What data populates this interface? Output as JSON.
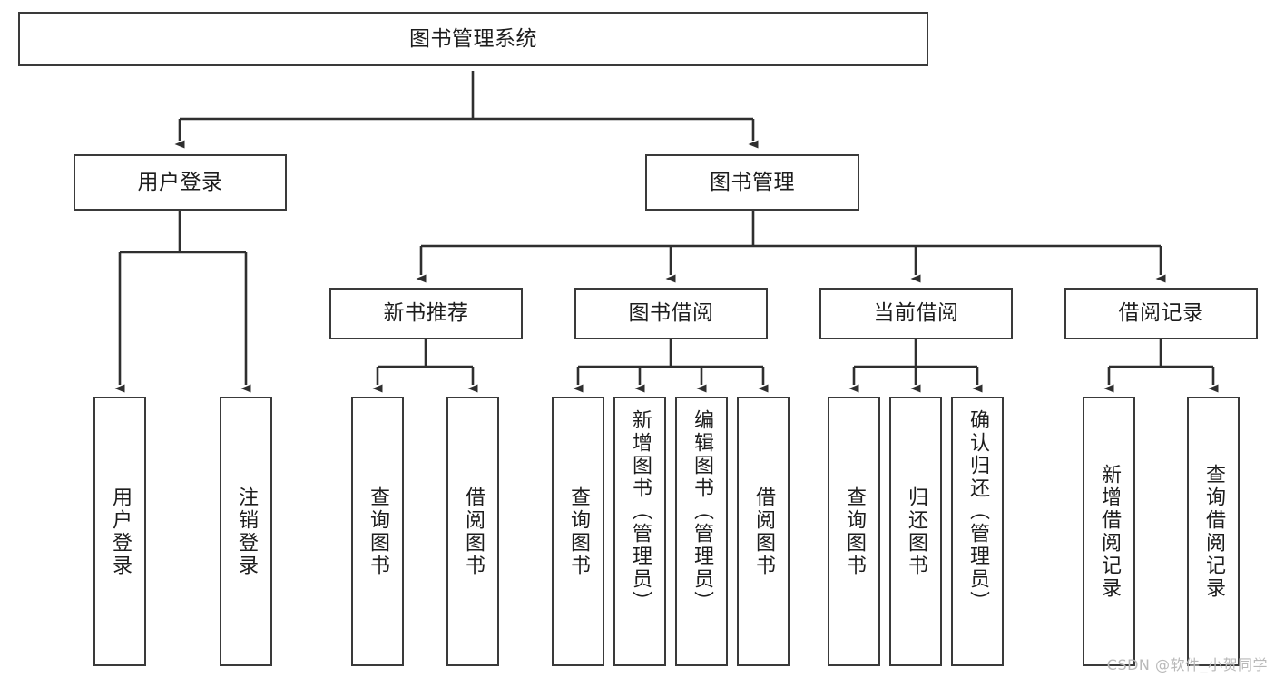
{
  "diagram": {
    "title": "图书管理系统",
    "type": "tree",
    "watermark": "CSDN @软件_小贺同学",
    "colors": {
      "box_border": "#3a3a3a",
      "box_fill": "#ffffff",
      "edge": "#2f2f2f",
      "text": "#1d1d1d",
      "watermark": "#b9b9b9",
      "background": "#ffffff"
    },
    "nodes": {
      "root": {
        "label": "图书管理系统",
        "level": 1,
        "orientation": "horizontal"
      },
      "user_login": {
        "label": "用户登录",
        "level": 2,
        "orientation": "horizontal"
      },
      "book_manage": {
        "label": "图书管理",
        "level": 2,
        "orientation": "horizontal"
      },
      "new_book_rec": {
        "label": "新书推荐",
        "level": 3,
        "orientation": "horizontal"
      },
      "book_borrow": {
        "label": "图书借阅",
        "level": 3,
        "orientation": "horizontal"
      },
      "current_borrow": {
        "label": "当前借阅",
        "level": 3,
        "orientation": "horizontal"
      },
      "borrow_record": {
        "label": "借阅记录",
        "level": 3,
        "orientation": "horizontal"
      },
      "leaf_user_login": {
        "label": "用户登录",
        "level": 3,
        "orientation": "vertical"
      },
      "leaf_logout": {
        "label": "注销登录",
        "level": 3,
        "orientation": "vertical"
      },
      "leaf_query_book_1": {
        "label": "查询图书",
        "level": 4,
        "orientation": "vertical"
      },
      "leaf_borrow_book_1": {
        "label": "借阅图书",
        "level": 4,
        "orientation": "vertical"
      },
      "leaf_query_book_2": {
        "label": "查询图书",
        "level": 4,
        "orientation": "vertical"
      },
      "leaf_add_book": {
        "label": "新增图书（管理员）",
        "level": 4,
        "orientation": "vertical"
      },
      "leaf_edit_book": {
        "label": "编辑图书（管理员）",
        "level": 4,
        "orientation": "vertical"
      },
      "leaf_borrow_book_2": {
        "label": "借阅图书",
        "level": 4,
        "orientation": "vertical"
      },
      "leaf_query_book_3": {
        "label": "查询图书",
        "level": 4,
        "orientation": "vertical"
      },
      "leaf_return_book": {
        "label": "归还图书",
        "level": 4,
        "orientation": "vertical"
      },
      "leaf_confirm_return": {
        "label": "确认归还（管理员）",
        "level": 4,
        "orientation": "vertical"
      },
      "leaf_add_record": {
        "label": "新增借阅记录",
        "level": 4,
        "orientation": "vertical"
      },
      "leaf_query_record": {
        "label": "查询借阅记录",
        "level": 4,
        "orientation": "vertical"
      }
    },
    "edges": [
      {
        "from": "root",
        "to": "user_login"
      },
      {
        "from": "root",
        "to": "book_manage"
      },
      {
        "from": "user_login",
        "to": "leaf_user_login"
      },
      {
        "from": "user_login",
        "to": "leaf_logout"
      },
      {
        "from": "book_manage",
        "to": "new_book_rec"
      },
      {
        "from": "book_manage",
        "to": "book_borrow"
      },
      {
        "from": "book_manage",
        "to": "current_borrow"
      },
      {
        "from": "book_manage",
        "to": "borrow_record"
      },
      {
        "from": "new_book_rec",
        "to": "leaf_query_book_1"
      },
      {
        "from": "new_book_rec",
        "to": "leaf_borrow_book_1"
      },
      {
        "from": "book_borrow",
        "to": "leaf_query_book_2"
      },
      {
        "from": "book_borrow",
        "to": "leaf_add_book"
      },
      {
        "from": "book_borrow",
        "to": "leaf_edit_book"
      },
      {
        "from": "book_borrow",
        "to": "leaf_borrow_book_2"
      },
      {
        "from": "current_borrow",
        "to": "leaf_query_book_3"
      },
      {
        "from": "current_borrow",
        "to": "leaf_return_book"
      },
      {
        "from": "current_borrow",
        "to": "leaf_confirm_return"
      },
      {
        "from": "borrow_record",
        "to": "leaf_add_record"
      },
      {
        "from": "borrow_record",
        "to": "leaf_query_record"
      }
    ]
  }
}
